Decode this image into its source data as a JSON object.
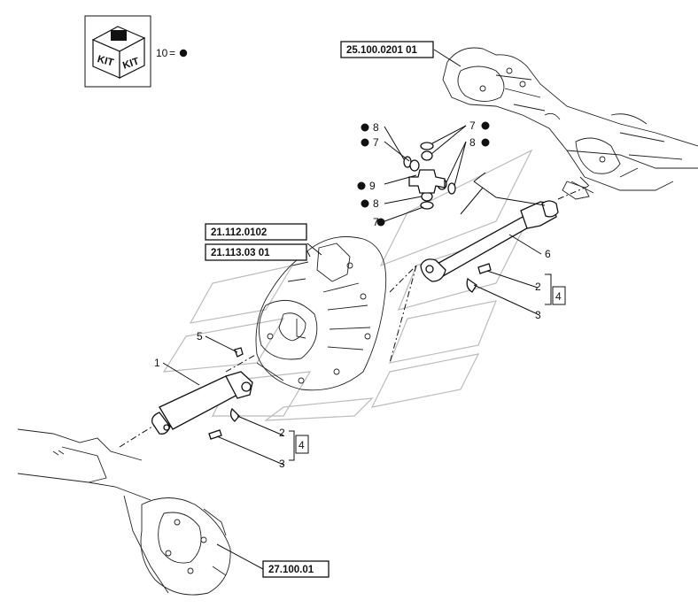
{
  "kit_box": {
    "text_top": "KIT",
    "text_front": "KIT",
    "legend_number": "10",
    "legend_symbol": "="
  },
  "references": {
    "rear_axle": "25.100.0201 01",
    "gearbox_a": "21.112.0102",
    "gearbox_b": "21.113.03 01",
    "front_axle": "27.100.01"
  },
  "callouts": {
    "c8a": "8",
    "c7a": "7",
    "c9": "9",
    "c8b": "8",
    "c7b": "7",
    "c7c": "7",
    "c8c": "8",
    "c6": "6",
    "c5": "5",
    "c1": "1",
    "c2a": "2",
    "c3a": "3",
    "c4a": "4",
    "c2b": "2",
    "c3b": "3",
    "c4b": "4"
  },
  "colors": {
    "ink": "#111111",
    "ghost": "#bbbbbb",
    "background": "#ffffff"
  }
}
